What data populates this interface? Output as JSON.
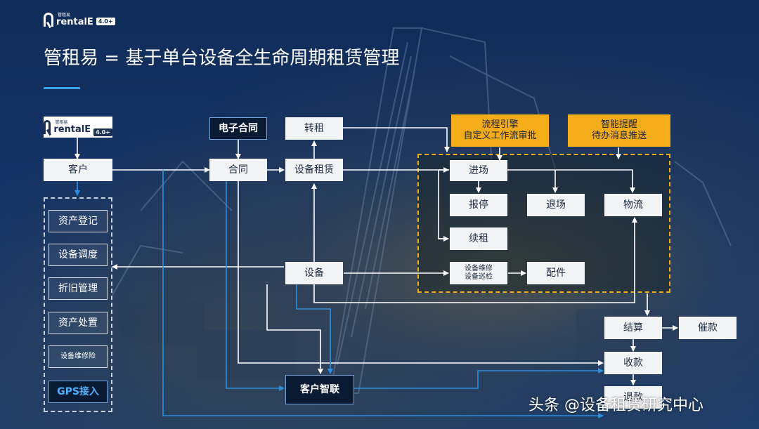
{
  "header": {
    "logo": {
      "cn": "管租易",
      "brand": "rentalE",
      "version": "4.0+"
    },
    "title": "管租易 = 基于单台设备全生命周期租赁管理"
  },
  "diagram": {
    "sidebar_logo": {
      "cn": "管租易",
      "brand": "rentalE",
      "version": "4.0+"
    },
    "nodes": {
      "customer": "客户",
      "contract": "合同",
      "e_contract": "电子合同",
      "sublease": "转租",
      "equipment_lease": "设备租赁",
      "equipment": "设备",
      "workflow_line1": "流程引擎",
      "workflow_line2": "自定义工作流审批",
      "reminder_line1": "智能提醒",
      "reminder_line2": "待办消息推送",
      "entry": "进场",
      "report_stop": "报停",
      "exit": "退场",
      "logistics": "物流",
      "renewal": "续租",
      "maint_line1": "设备维修",
      "maint_line2": "设备巡检",
      "parts": "配件",
      "settlement": "结算",
      "dunning": "催款",
      "collection": "收款",
      "refund": "退款",
      "customer_link": "客户智联"
    },
    "left_panel": {
      "items": [
        "资产登记",
        "设备调度",
        "折旧管理",
        "资产处置",
        "设备维修险"
      ],
      "gps": "GPS接入"
    }
  },
  "watermark": "头条 @设备租赁研究中心"
}
